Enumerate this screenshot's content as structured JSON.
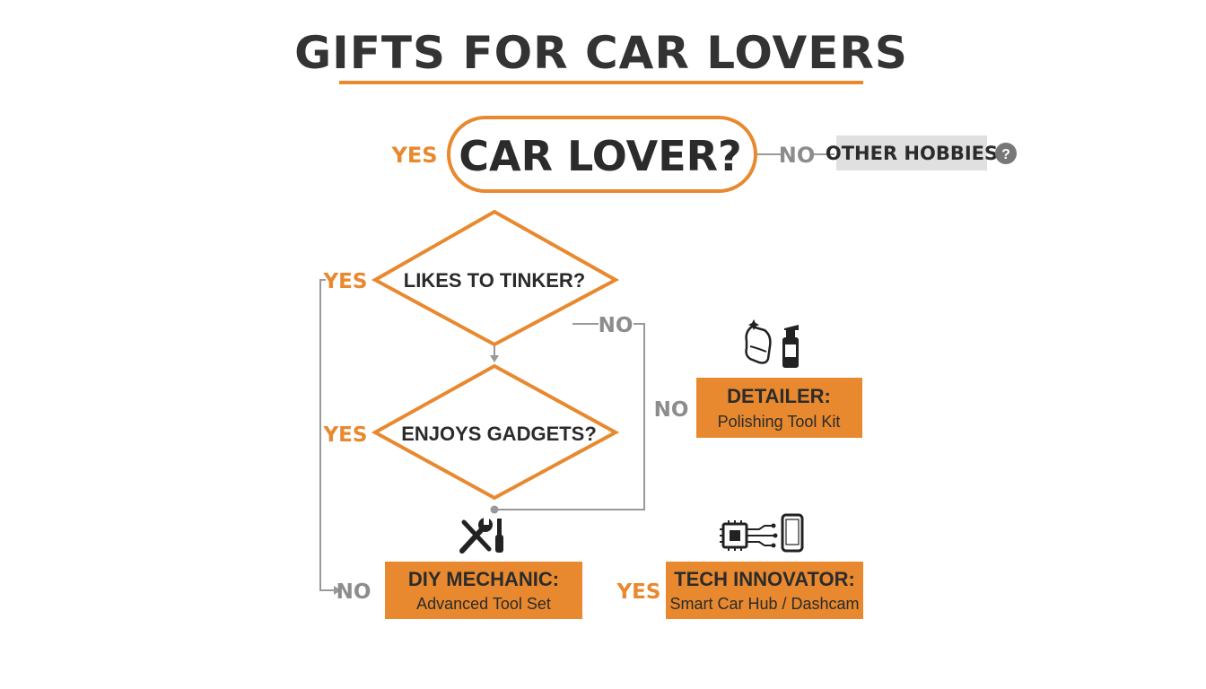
{
  "title": "GIFTS FOR CAR LOVERS",
  "colors": {
    "accent": "#e8892f",
    "line": "#999999",
    "text": "#2b2b2b",
    "gray_box": "#e0e0e0"
  },
  "start": {
    "question": "CAR LOVER?",
    "yes_label": "YES",
    "no_label": "NO",
    "no_outcome": "OTHER HOBBIES",
    "help_icon": "question-circle-icon",
    "help_glyph": "?"
  },
  "decisions": {
    "tinker": {
      "question": "LIKES TO TINKER?",
      "yes_label": "YES",
      "no_label": "NO"
    },
    "gadgets": {
      "question": "ENJOYS GADGETS?",
      "yes_label": "YES",
      "no_label": "NO"
    }
  },
  "outcomes": {
    "detailer": {
      "title": "DETAILER:",
      "subtitle": "Polishing Tool Kit",
      "icon": "sponge-spray-bottle-icon"
    },
    "mechanic": {
      "title": "DIY MECHANIC:",
      "subtitle": "Advanced Tool Set",
      "icon": "wrench-screwdriver-icon",
      "edge_label": "NO"
    },
    "tech": {
      "title": "TECH INNOVATOR:",
      "subtitle": "Smart Car Hub / Dashcam",
      "icon": "chip-smartphone-icon",
      "edge_label": "YES"
    }
  }
}
